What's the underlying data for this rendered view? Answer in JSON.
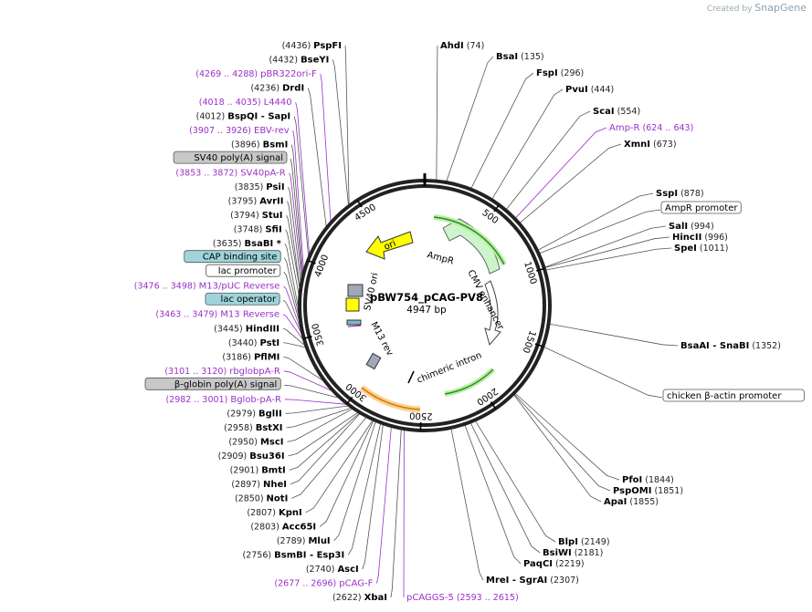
{
  "credit": {
    "prefix": "Created by",
    "brand": "SnapGene"
  },
  "plasmid": {
    "name": "pBW754_pCAG-PV8",
    "length_label": "4947 bp",
    "length": 4947
  },
  "ticks": [
    "500",
    "1000",
    "1500",
    "2000",
    "2500",
    "3000",
    "3500",
    "4000",
    "4500"
  ],
  "features": [
    {
      "name": "ori",
      "kind": "arrow",
      "color": "#ffff00"
    },
    {
      "name": "AmpR",
      "kind": "arrow",
      "color": "#ccf5cc"
    },
    {
      "name": "CMV enhancer",
      "kind": "arrow",
      "color": "#ffffff"
    },
    {
      "name": "chimeric intron",
      "kind": "line",
      "color": "#000000"
    },
    {
      "name": "SV40 ori",
      "kind": "box",
      "color": "#ffff00"
    },
    {
      "name": "M13 rev",
      "kind": "box",
      "color": "#a0a8b8"
    }
  ],
  "left_labels": [
    {
      "pos": "(4436)",
      "name": "PspFI",
      "type": "enzyme"
    },
    {
      "pos": "(4432)",
      "name": "BseYI",
      "type": "enzyme"
    },
    {
      "pos": "(4269 .. 4288)",
      "name": "pBR322ori-F",
      "type": "primer"
    },
    {
      "pos": "(4236)",
      "name": "DrdI",
      "type": "enzyme"
    },
    {
      "pos": "(4018 .. 4035)",
      "name": "L4440",
      "type": "primer"
    },
    {
      "pos": "(4012)",
      "name": "BspQI",
      "extra": "- SapI",
      "type": "enzyme"
    },
    {
      "pos": "(3907 .. 3926)",
      "name": "EBV-rev",
      "type": "primer"
    },
    {
      "pos": "(3896)",
      "name": "BsmI",
      "type": "enzyme"
    },
    {
      "pos": "",
      "name": "SV40 poly(A) signal",
      "type": "box-gray"
    },
    {
      "pos": "(3853 .. 3872)",
      "name": "SV40pA-R",
      "type": "primer"
    },
    {
      "pos": "(3835)",
      "name": "PsiI",
      "type": "enzyme"
    },
    {
      "pos": "(3795)",
      "name": "AvrII",
      "type": "enzyme"
    },
    {
      "pos": "(3794)",
      "name": "StuI",
      "type": "enzyme"
    },
    {
      "pos": "(3748)",
      "name": "SfiI",
      "type": "enzyme"
    },
    {
      "pos": "(3635)",
      "name": "BsaBI",
      "extra": "*",
      "type": "enzyme"
    },
    {
      "pos": "",
      "name": "CAP binding site",
      "type": "box-teal"
    },
    {
      "pos": "",
      "name": "lac promoter",
      "type": "box-white"
    },
    {
      "pos": "(3476 .. 3498)",
      "name": "M13/pUC Reverse",
      "type": "primer"
    },
    {
      "pos": "",
      "name": "lac operator",
      "type": "box-teal"
    },
    {
      "pos": "(3463 .. 3479)",
      "name": "M13 Reverse",
      "type": "primer"
    },
    {
      "pos": "(3445)",
      "name": "HindIII",
      "type": "enzyme"
    },
    {
      "pos": "(3440)",
      "name": "PstI",
      "type": "enzyme"
    },
    {
      "pos": "(3186)",
      "name": "PflMI",
      "type": "enzyme"
    },
    {
      "pos": "(3101 .. 3120)",
      "name": "rbglobpA-R",
      "type": "primer"
    },
    {
      "pos": "",
      "name": "β-globin poly(A) signal",
      "type": "box-gray"
    },
    {
      "pos": "(2982 .. 3001)",
      "name": "Bglob-pA-R",
      "type": "primer"
    },
    {
      "pos": "(2979)",
      "name": "BglII",
      "type": "enzyme"
    },
    {
      "pos": "(2958)",
      "name": "BstXI",
      "type": "enzyme"
    },
    {
      "pos": "(2950)",
      "name": "MscI",
      "type": "enzyme"
    },
    {
      "pos": "(2909)",
      "name": "Bsu36I",
      "type": "enzyme"
    },
    {
      "pos": "(2901)",
      "name": "BmtI",
      "type": "enzyme"
    },
    {
      "pos": "(2897)",
      "name": "NheI",
      "type": "enzyme"
    },
    {
      "pos": "(2850)",
      "name": "NotI",
      "type": "enzyme"
    },
    {
      "pos": "(2807)",
      "name": "KpnI",
      "type": "enzyme"
    },
    {
      "pos": "(2803)",
      "name": "Acc65I",
      "type": "enzyme"
    },
    {
      "pos": "(2789)",
      "name": "MluI",
      "type": "enzyme"
    },
    {
      "pos": "(2756)",
      "name": "BsmBI",
      "extra": "- Esp3I",
      "type": "enzyme"
    },
    {
      "pos": "(2740)",
      "name": "AscI",
      "type": "enzyme"
    },
    {
      "pos": "(2677 .. 2696)",
      "name": "pCAG-F",
      "type": "primer"
    },
    {
      "pos": "(2622)",
      "name": "XbaI",
      "type": "enzyme"
    }
  ],
  "right_labels": [
    {
      "name": "AhdI",
      "pos": "(74)",
      "type": "enzyme"
    },
    {
      "name": "BsaI",
      "pos": "(135)",
      "type": "enzyme"
    },
    {
      "name": "FspI",
      "pos": "(296)",
      "type": "enzyme"
    },
    {
      "name": "PvuI",
      "pos": "(444)",
      "type": "enzyme"
    },
    {
      "name": "ScaI",
      "pos": "(554)",
      "type": "enzyme"
    },
    {
      "name": "Amp-R",
      "pos": "(624 .. 643)",
      "type": "primer"
    },
    {
      "name": "XmnI",
      "pos": "(673)",
      "type": "enzyme"
    },
    {
      "name": "SspI",
      "pos": "(878)",
      "type": "enzyme"
    },
    {
      "name": "AmpR promoter",
      "pos": "",
      "type": "box-white"
    },
    {
      "name": "SalI",
      "pos": "(994)",
      "type": "enzyme"
    },
    {
      "name": "HincII",
      "pos": "(996)",
      "type": "enzyme"
    },
    {
      "name": "SpeI",
      "pos": "(1011)",
      "type": "enzyme"
    },
    {
      "name": "BsaAI",
      "extra": "- SnaBI",
      "pos": "(1352)",
      "type": "enzyme"
    },
    {
      "name": "chicken β-actin promoter",
      "pos": "",
      "type": "box-white"
    },
    {
      "name": "PfoI",
      "pos": "(1844)",
      "type": "enzyme"
    },
    {
      "name": "PspOMI",
      "pos": "(1851)",
      "type": "enzyme"
    },
    {
      "name": "ApaI",
      "pos": "(1855)",
      "type": "enzyme"
    },
    {
      "name": "BlpI",
      "pos": "(2149)",
      "type": "enzyme"
    },
    {
      "name": "BsiWI",
      "pos": "(2181)",
      "type": "enzyme"
    },
    {
      "name": "PaqCI",
      "pos": "(2219)",
      "type": "enzyme"
    },
    {
      "name": "MreI",
      "extra": "- SgrAI",
      "pos": "(2307)",
      "type": "enzyme"
    },
    {
      "name": "pCAGGS-5",
      "pos": "(2593 .. 2615)",
      "type": "primer"
    }
  ]
}
